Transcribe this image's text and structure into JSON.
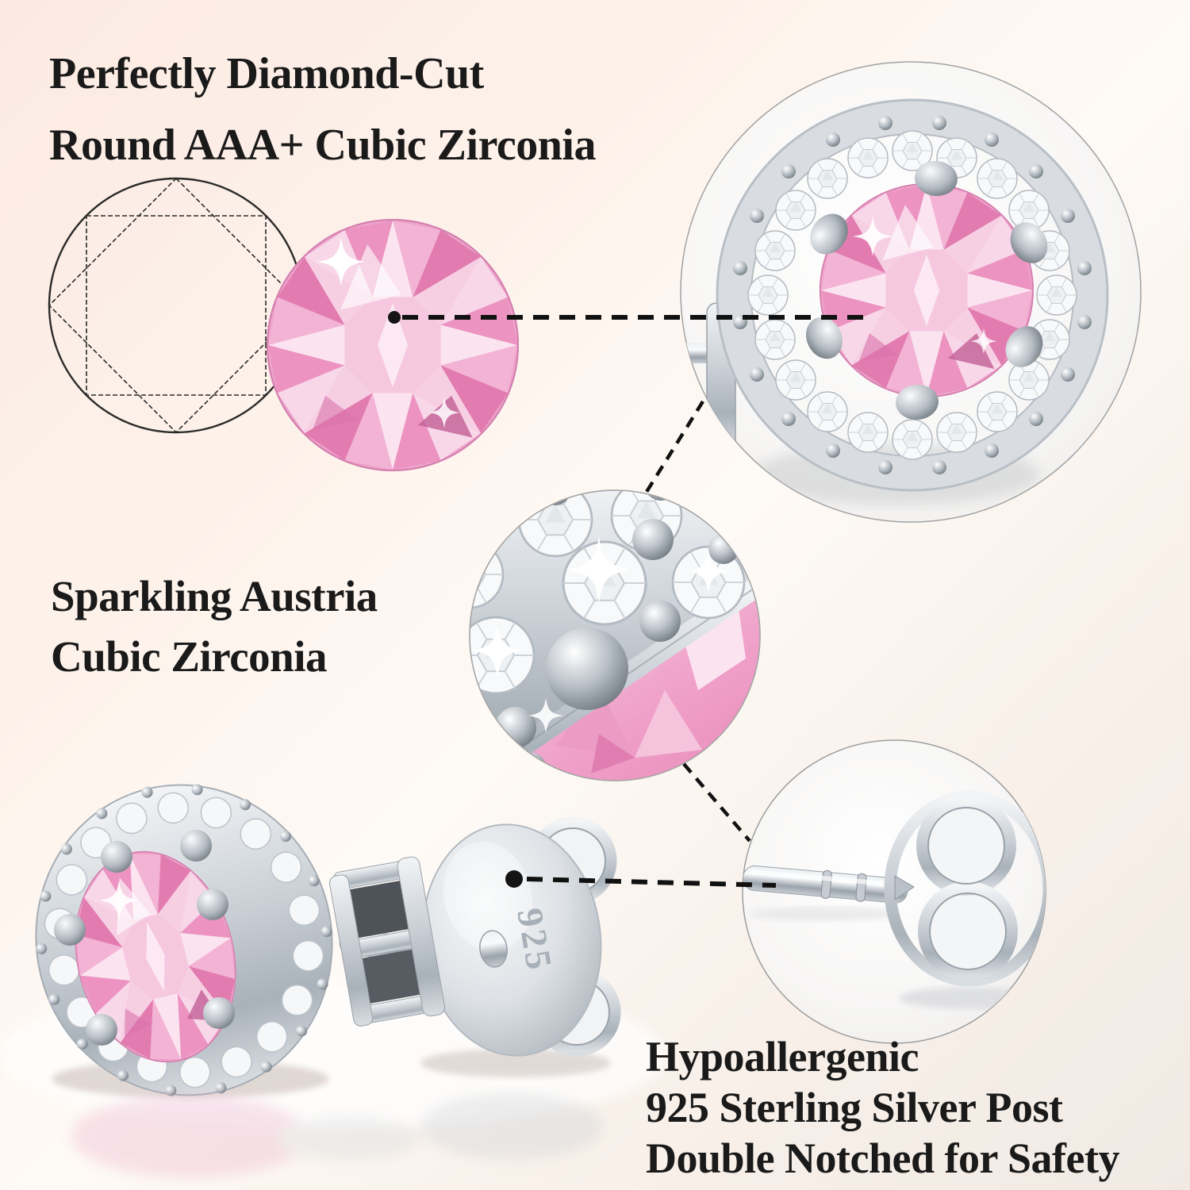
{
  "product_labels": {
    "diamond_cut": {
      "line1": "Perfectly Diamond-Cut",
      "line2": "Round AAA+ Cubic Zirconia"
    },
    "austria_cz": {
      "line1": "Sparkling Austria",
      "line2": "Cubic Zirconia"
    },
    "hypoallergenic": {
      "line1": "Hypoallergenic",
      "line2": "925 Sterling Silver Post",
      "line3": "Double Notched for Safety"
    }
  },
  "engravings": {
    "silver_stamp": "925"
  },
  "colors": {
    "background_top_left": "#fbeae2",
    "background_bottom_right": "#f1eae4",
    "text": "#1a1a1a",
    "gem_pink": "#ec93c1",
    "silver": "#c7cdd3",
    "dashed_line": "#111111"
  }
}
